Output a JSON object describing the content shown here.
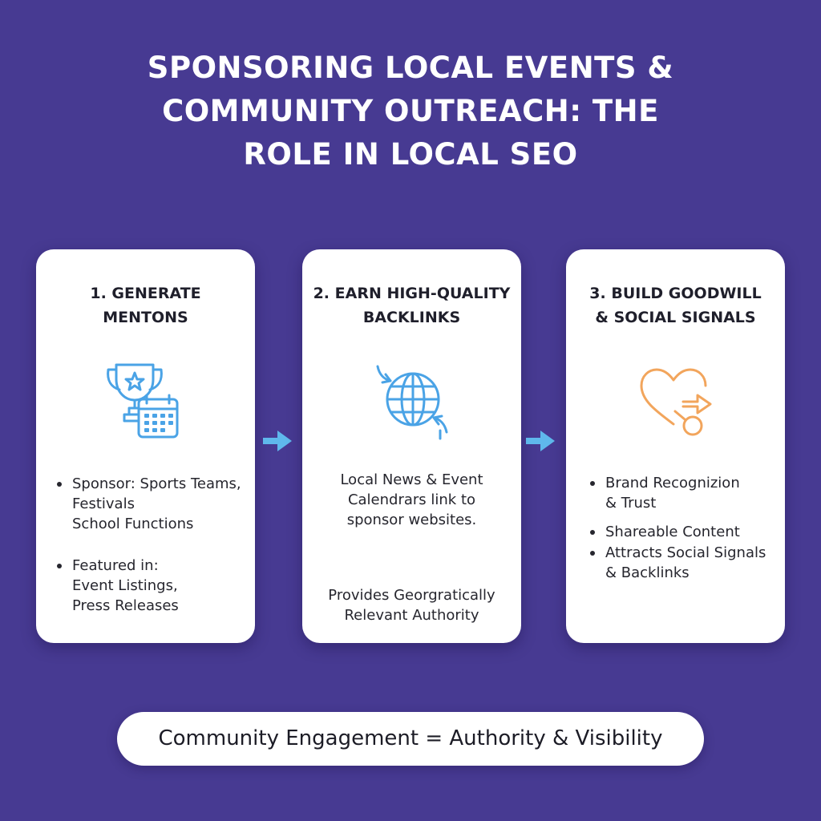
{
  "title": {
    "line1": "SPONSORING LOCAL EVENTS &",
    "line2": "COMMUNITY OUTREACH: THE",
    "line3": "ROLE IN LOCAL SEO"
  },
  "cards": [
    {
      "title_line1": "1. GENERATE",
      "title_line2": "MENTONS",
      "icon": "trophy-calendar-icon",
      "bullets": [
        {
          "line1": "Sponsor: Sports Teams,",
          "line2": "Festivals",
          "line3": "School Functions"
        },
        {
          "line1": "Featured in:",
          "line2": "Event Listings,",
          "line3": "Press Releases"
        }
      ]
    },
    {
      "title_line1": "2. EARN HIGH-QUALITY",
      "title_line2": "BACKLINKS",
      "icon": "globe-links-icon",
      "paragraphs": [
        {
          "line1": "Local News & Event",
          "line2": "Calendrars link to",
          "line3": "sponsor websites."
        },
        {
          "line1": "Provides Georgratically",
          "line2": "Relevant Authority"
        }
      ]
    },
    {
      "title_line1": "3. BUILD GOODWILL",
      "title_line2": "& SOCIAL SIGNALS",
      "icon": "heart-share-icon",
      "bullets": [
        {
          "line1": "Brand Recognizion",
          "line2": "& Trust"
        },
        {
          "line1": "Shareable Content"
        },
        {
          "line1": "Attracts Social Signals",
          "line2": "& Backlinks"
        }
      ]
    }
  ],
  "footer": "Community Engagement = Authority & Visibility",
  "colors": {
    "background": "#473a92",
    "card": "#ffffff",
    "icon_blue": "#4aa3e6",
    "icon_orange": "#f2a55c",
    "arrow": "#5fb8ec"
  }
}
